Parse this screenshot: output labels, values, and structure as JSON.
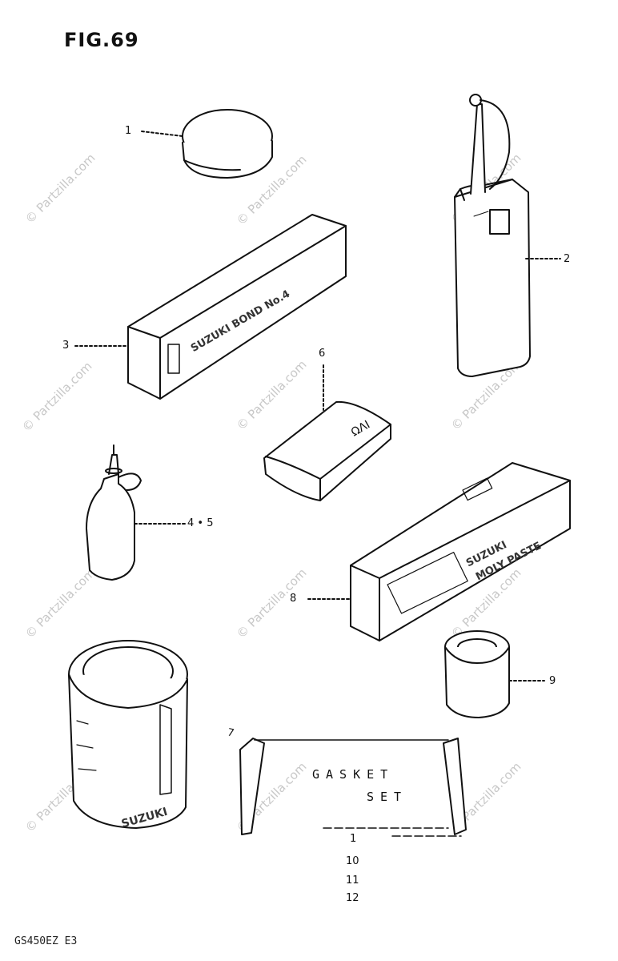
{
  "figure": {
    "title": "FIG.69",
    "code": "GS450EZ  E3"
  },
  "watermark": "© Partzilla.com",
  "callouts": {
    "c1": "1",
    "c2": "2",
    "c3": "3",
    "c45": "4 • 5",
    "c6": "6",
    "c7": "7",
    "c8": "8",
    "c9": "9",
    "c10": "10",
    "c11": "11",
    "c12": "12",
    "c1b": "1"
  },
  "gasket": {
    "line1": "GASKET",
    "line2": "SET"
  },
  "box3_label": "SUZUKI BOND No.4",
  "box8_label1": "SUZUKI",
  "box8_label2": "MOLY PASTE",
  "can_label": "SUZUKI"
}
